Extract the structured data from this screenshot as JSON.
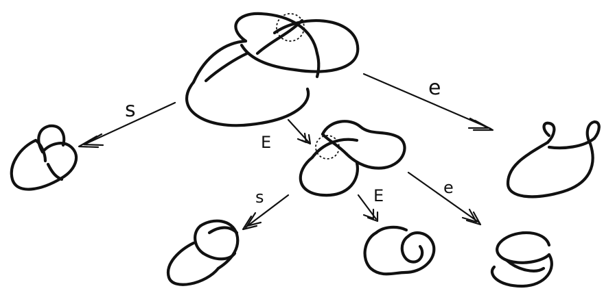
{
  "labels": {
    "top_to_left": "s",
    "top_to_middle": "E",
    "top_to_right": "e",
    "middle_to_left": "s",
    "middle_to_center": "E",
    "middle_to_right": "e"
  }
}
